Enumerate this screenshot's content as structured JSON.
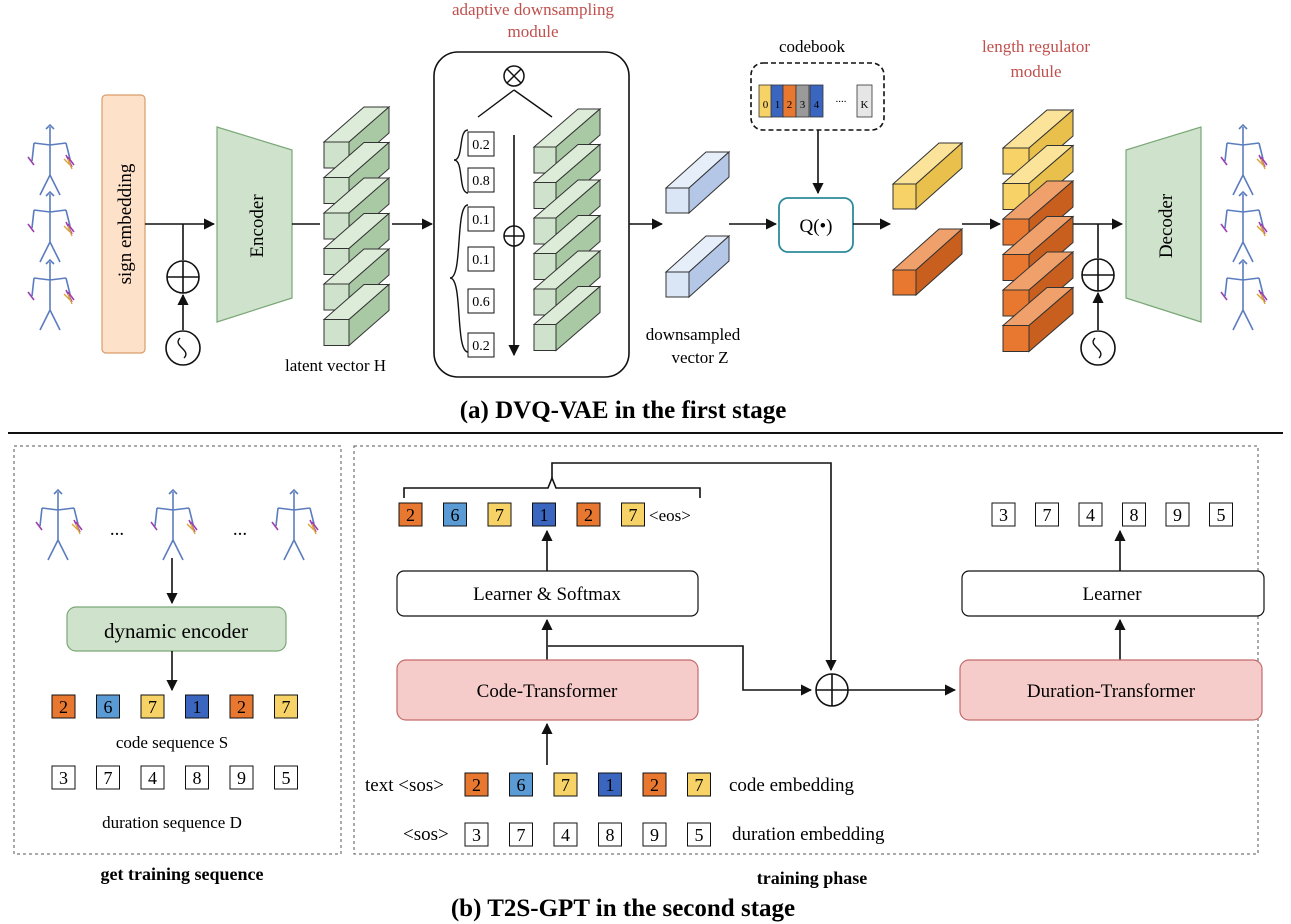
{
  "stage_a": {
    "title": "(a) DVQ-VAE in the first stage",
    "sign_embedding": "sign embedding",
    "encoder": "Encoder",
    "latent_vector": "latent vector  H",
    "adaptive_module_line1": "adaptive downsampling",
    "adaptive_module_line2": "module",
    "weights": [
      "0.2",
      "0.8",
      "0.1",
      "0.1",
      "0.6",
      "0.2"
    ],
    "downsampled_line1": "downsampled",
    "downsampled_line2": "vector  Z",
    "codebook": "codebook",
    "codebook_cells": [
      "0",
      "1",
      "2",
      "3",
      "4",
      "....",
      "K"
    ],
    "quantizer": "Q(•)",
    "length_regulator_line1": "length regulator",
    "length_regulator_line2": "module",
    "decoder": "Decoder",
    "colors": {
      "yellow": "#f7d266",
      "orange": "#e8782f",
      "blue": "#4a7fc8",
      "lightblue": "#5b9bd5",
      "gray": "#9a9a9a",
      "green": "#cfe3cc",
      "peach": "#fde1c9"
    }
  },
  "stage_b": {
    "title": "(b) T2S-GPT in the second stage",
    "left_panel_label": "get training sequence",
    "right_panel_label": "training phase",
    "dynamic_encoder": "dynamic encoder",
    "dots": "...",
    "code_sequence": [
      "2",
      "6",
      "7",
      "1",
      "2",
      "7"
    ],
    "code_sequence_label": "code sequence S",
    "duration_sequence": [
      "3",
      "7",
      "4",
      "8",
      "9",
      "5"
    ],
    "duration_sequence_label": "duration sequence D",
    "output_codes": [
      "2",
      "6",
      "7",
      "1",
      "2",
      "7"
    ],
    "eos": "<eos>",
    "learner_softmax": "Learner & Softmax",
    "code_transformer": "Code-Transformer",
    "text_sos": "text <sos>",
    "input_codes": [
      "2",
      "6",
      "7",
      "1",
      "2",
      "7"
    ],
    "code_embedding": "code embedding",
    "sos": "<sos>",
    "input_durations": [
      "3",
      "7",
      "4",
      "8",
      "9",
      "5"
    ],
    "duration_embedding": "duration embedding",
    "output_durations": [
      "3",
      "7",
      "4",
      "8",
      "9",
      "5"
    ],
    "learner": "Learner",
    "duration_transformer": "Duration-Transformer",
    "code_colors": {
      "1": "#3a66c0",
      "2": "#e8782f",
      "6": "#5b9bd5",
      "7": "#f7d266"
    }
  }
}
